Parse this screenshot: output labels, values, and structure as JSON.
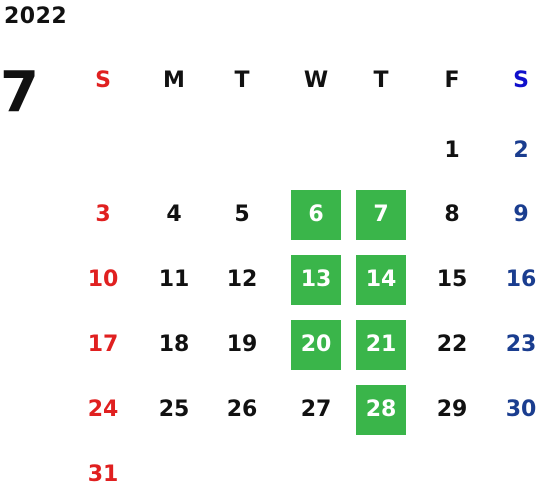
{
  "calendar": {
    "year": "2022",
    "month": "7",
    "weekdays": [
      "S",
      "M",
      "T",
      "W",
      "T",
      "F",
      "S"
    ],
    "weekday_colors": [
      "#e02020",
      "#111111",
      "#111111",
      "#111111",
      "#111111",
      "#111111",
      "#1010cc"
    ],
    "highlight_color": "#3ab54a",
    "highlight_text_color": "#ffffff",
    "weekday_text_color": "#111111",
    "sunday_color": "#e02020",
    "saturday_color": "#1a3d8f",
    "first_weekday": 5,
    "days_in_month": 31,
    "highlighted_days": [
      6,
      7,
      13,
      14,
      20,
      21,
      28
    ]
  }
}
